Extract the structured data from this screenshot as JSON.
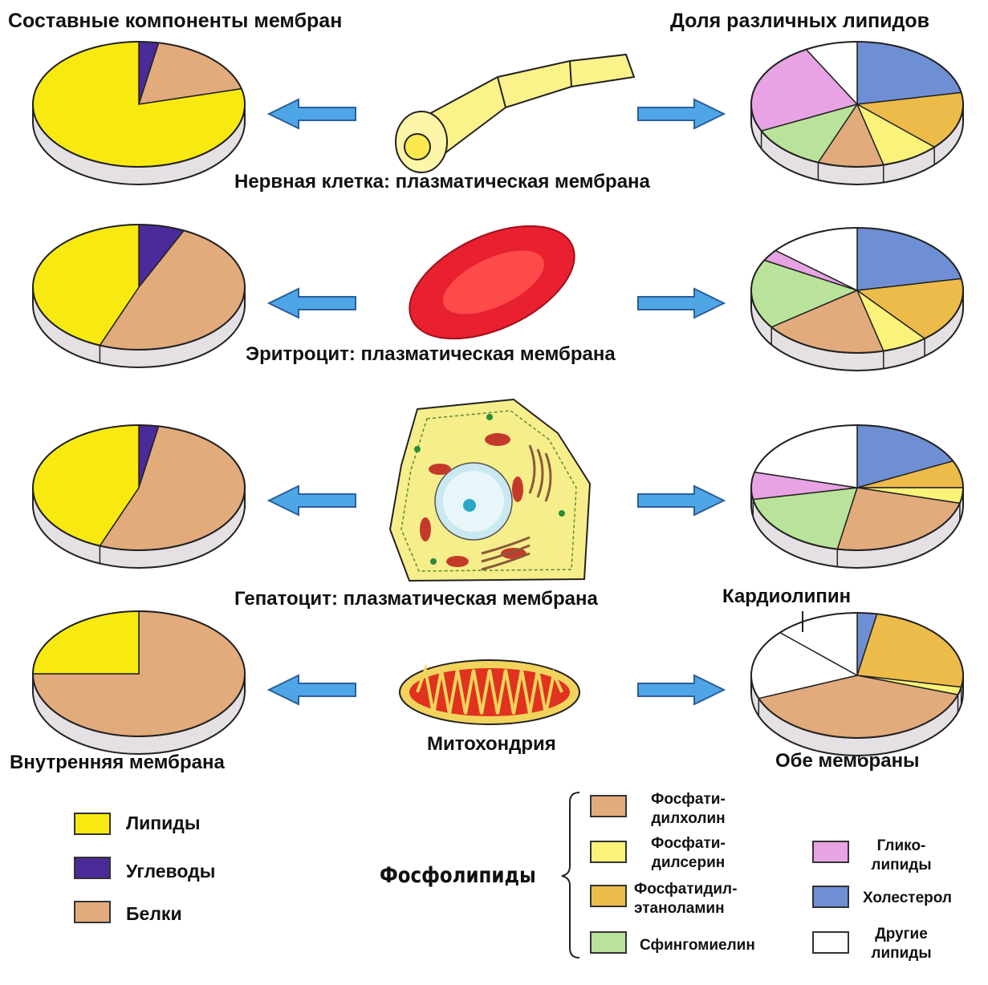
{
  "titles": {
    "left": "Составные компоненты мембран",
    "right": "Доля различных липидов"
  },
  "captions": {
    "row1": "Нервная клетка: плазматическая мембрана",
    "row2": "Эритроцит: плазматическая мембрана",
    "row3": "Гепатоцит: плазматическая мембрана",
    "row4_left": "Внутренняя мембрана",
    "row4_center": "Митохондрия",
    "row4_right": "Обе мембраны",
    "cardiolipin": "Кардиолипин"
  },
  "legend": {
    "composition": [
      {
        "key": "lipids",
        "label": "Липиды",
        "color": "#f8ea10"
      },
      {
        "key": "carbs",
        "label": "Углеводы",
        "color": "#4b2a9a"
      },
      {
        "key": "proteins",
        "label": "Белки",
        "color": "#e2ab7c"
      }
    ],
    "phospholipids_label": "Фосфолипиды",
    "phospholipids": [
      {
        "key": "pc",
        "label": "Фосфати-дилхолин",
        "line1": "Фосфати-",
        "line2": "дилхолин",
        "color": "#e2ab7c"
      },
      {
        "key": "ps",
        "label": "Фосфати-дилсерин",
        "line1": "Фосфати-",
        "line2": "дилсерин",
        "color": "#fbf27a"
      },
      {
        "key": "pe",
        "label": "Фосфатидил-этаноламин",
        "line1": "Фосфатидил-",
        "line2": "этаноламин",
        "color": "#ecbb4a"
      },
      {
        "key": "sm",
        "label": "Сфингомиелин",
        "line1": "Сфингомиелин",
        "line2": "",
        "color": "#b9e39a"
      }
    ],
    "other": [
      {
        "key": "gl",
        "label": "Глико-липиды",
        "line1": "Глико-",
        "line2": "липиды",
        "color": "#e7a3e3"
      },
      {
        "key": "chol",
        "label": "Холестерол",
        "line1": "Холестерол",
        "line2": "",
        "color": "#6f8fd4"
      },
      {
        "key": "oth",
        "label": "Другие липиды",
        "line1": "Другие",
        "line2": "липиды",
        "color": "#ffffff"
      }
    ]
  },
  "chart_data": [
    {
      "type": "pie",
      "title": "Составные компоненты мембран",
      "row": "Нервная клетка: плазматическая мембрана",
      "slices": [
        {
          "key": "carbs",
          "value": 3
        },
        {
          "key": "proteins",
          "value": 18
        },
        {
          "key": "lipids",
          "value": 79
        }
      ]
    },
    {
      "type": "pie",
      "title": "Доля различных липидов",
      "row": "Нервная клетка: плазматическая мембрана",
      "slices": [
        {
          "key": "chol",
          "value": 22
        },
        {
          "key": "pe",
          "value": 15
        },
        {
          "key": "ps",
          "value": 9
        },
        {
          "key": "pc",
          "value": 10
        },
        {
          "key": "sm",
          "value": 12
        },
        {
          "key": "gl",
          "value": 24
        },
        {
          "key": "oth",
          "value": 8
        }
      ]
    },
    {
      "type": "pie",
      "title": "Составные компоненты мембран",
      "row": "Эритроцит: плазматическая мембрана",
      "slices": [
        {
          "key": "carbs",
          "value": 7
        },
        {
          "key": "proteins",
          "value": 49
        },
        {
          "key": "lipids",
          "value": 44
        }
      ]
    },
    {
      "type": "pie",
      "title": "Доля различных липидов",
      "row": "Эритроцит: плазматическая мембрана",
      "slices": [
        {
          "key": "chol",
          "value": 22
        },
        {
          "key": "pe",
          "value": 17
        },
        {
          "key": "ps",
          "value": 7
        },
        {
          "key": "pc",
          "value": 19
        },
        {
          "key": "sm",
          "value": 18
        },
        {
          "key": "gl",
          "value": 3
        },
        {
          "key": "oth",
          "value": 14
        }
      ]
    },
    {
      "type": "pie",
      "title": "Составные компоненты мембран",
      "row": "Гепатоцит: плазматическая мембрана",
      "slices": [
        {
          "key": "carbs",
          "value": 3
        },
        {
          "key": "proteins",
          "value": 53
        },
        {
          "key": "lipids",
          "value": 44
        }
      ]
    },
    {
      "type": "pie",
      "title": "Доля различных липидов",
      "row": "Гепатоцит: плазматическая мембрана",
      "slices": [
        {
          "key": "chol",
          "value": 18
        },
        {
          "key": "pe",
          "value": 7
        },
        {
          "key": "ps",
          "value": 4
        },
        {
          "key": "pc",
          "value": 24
        },
        {
          "key": "sm",
          "value": 19
        },
        {
          "key": "gl",
          "value": 7
        },
        {
          "key": "oth",
          "value": 21
        }
      ]
    },
    {
      "type": "pie",
      "title": "Составные компоненты мембран",
      "row": "Митохондрия: внутренняя мембрана",
      "slices": [
        {
          "key": "carbs",
          "value": 0
        },
        {
          "key": "proteins",
          "value": 75
        },
        {
          "key": "lipids",
          "value": 25
        }
      ]
    },
    {
      "type": "pie",
      "title": "Доля различных липидов",
      "row": "Митохондрия: обе мембраны",
      "slices": [
        {
          "key": "chol",
          "value": 3
        },
        {
          "key": "pe",
          "value": 25
        },
        {
          "key": "ps",
          "value": 2
        },
        {
          "key": "pc",
          "value": 39
        },
        {
          "key": "sm",
          "value": 0
        },
        {
          "key": "gl",
          "value": 0
        },
        {
          "key": "cardiolipin",
          "value": 18
        },
        {
          "key": "oth",
          "value": 13
        }
      ]
    }
  ]
}
